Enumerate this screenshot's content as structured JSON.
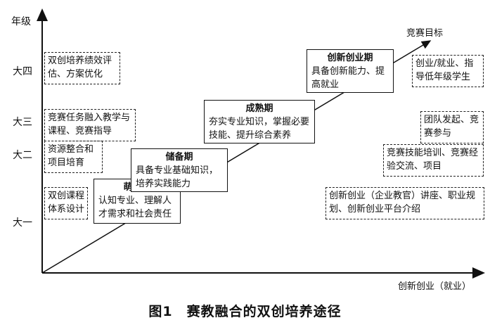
{
  "axes": {
    "y_label": "年级",
    "x_label": "创新创业（就业）",
    "grades": [
      "大一",
      "大二",
      "大三",
      "大四"
    ]
  },
  "goal_label": "竞赛目标",
  "stages": [
    {
      "title": "萌芽期",
      "desc": "认知专业、理解人才需求和社会责任"
    },
    {
      "title": "储备期",
      "desc": "具备专业基础知识，培养实践能力"
    },
    {
      "title": "成熟期",
      "desc": "夯实专业知识，掌握必要技能、提升综合素养"
    },
    {
      "title": "创新创业期",
      "desc": "具备创新能力、提高就业"
    }
  ],
  "left_notes": [
    "双创课程体系设计",
    "资源整合和项目培育",
    "竞赛任务融入教学与课程、竞赛指导",
    "双创培养绩效评估、方案优化"
  ],
  "right_notes": [
    "创新创业（企业教官）讲座、职业规划、创新创业平台介绍",
    "竞赛技能培训、竞赛经验交流、项目",
    "团队发起、竞赛参与",
    "创业/就业、指导低年级学生"
  ],
  "caption": "图1　赛教融合的双创培养途径"
}
